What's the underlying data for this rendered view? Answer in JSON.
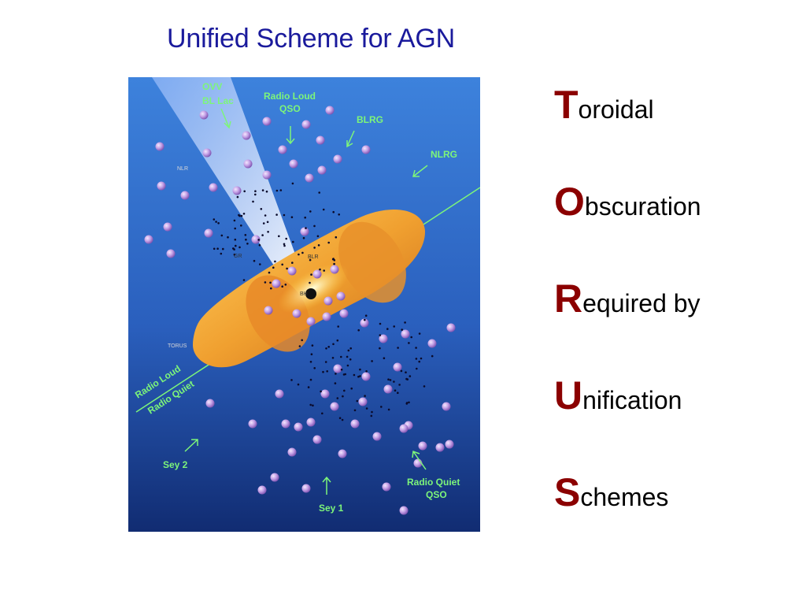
{
  "title": "Unified Scheme for AGN",
  "figure": {
    "labels": {
      "ovv": "OVV",
      "bl_lac": "BL Lac",
      "radio_loud_qso_1": "Radio Loud",
      "radio_loud_qso_2": "QSO",
      "blrg": "BLRG",
      "nlrg": "NLRG",
      "radio_loud": "Radio Loud",
      "radio_quiet": "Radio Quiet",
      "sey2": "Sey 2",
      "sey1": "Sey 1",
      "radio_quiet_qso_1": "Radio Quiet",
      "radio_quiet_qso_2": "QSO",
      "nlr": "NLR",
      "blr": "BLR",
      "bh": "BH",
      "torus": "TORUS",
      "gr": "GR"
    },
    "colors": {
      "background_top": "#3a7cd8",
      "background_bottom": "#12317a",
      "label": "#7df57a",
      "torus": "#f0a030",
      "cloud": "#c9a8e8"
    }
  },
  "acronym": [
    {
      "initial": "T",
      "rest": "oroidal"
    },
    {
      "initial": "O",
      "rest": "bscuration"
    },
    {
      "initial": "R",
      "rest": "equired by"
    },
    {
      "initial": "U",
      "rest": "nification"
    },
    {
      "initial": "S",
      "rest": "chemes"
    }
  ]
}
